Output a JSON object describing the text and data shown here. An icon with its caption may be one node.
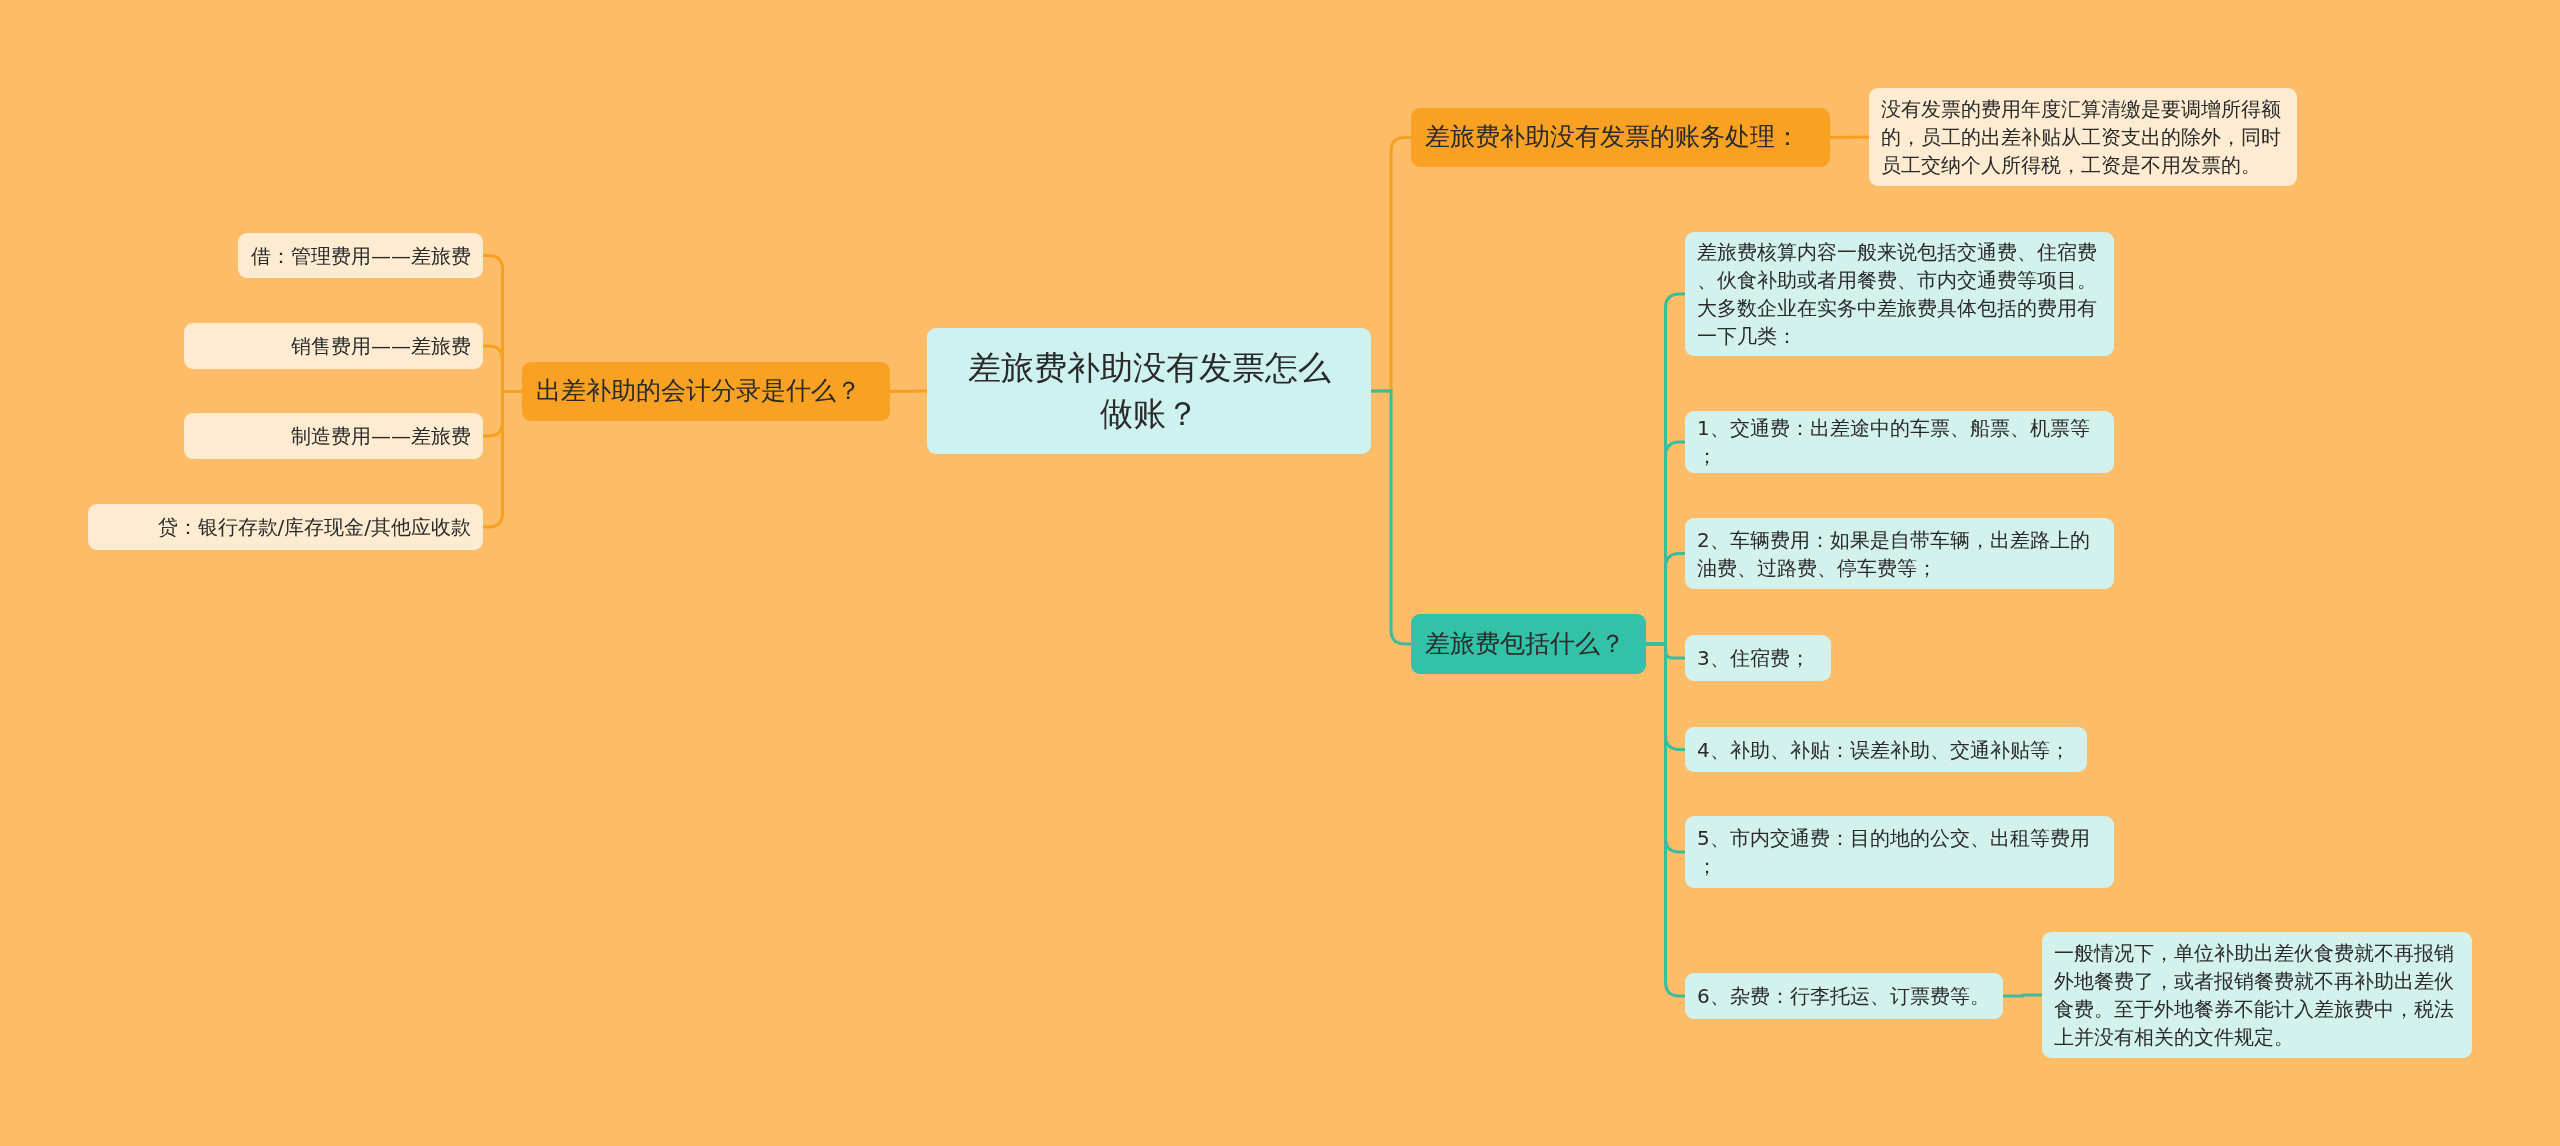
{
  "diagram": {
    "nodes": [
      {
        "text": [
          "差旅费补助没有发票怎么做账？"
        ]
      },
      {
        "text": [
          "出差补助的会计分录是什么？"
        ]
      },
      {
        "text": [
          "借：管理费用——差旅费"
        ]
      },
      {
        "text": [
          "销售费用——差旅费"
        ]
      },
      {
        "text": [
          "制造费用——差旅费"
        ]
      },
      {
        "text": [
          "贷：银行存款/库存现金/其他应收款"
        ]
      },
      {
        "text": [
          "差旅费补助没有发票的账务处理："
        ]
      },
      {
        "text": [
          "没有发票的费用年度汇算清缴是要调增所得额的，员工的出差补贴从工资支出的除外，同时员工交纳个人所得税，工资是不用发票的。"
        ]
      },
      {
        "text": [
          "差旅费包括什么？"
        ]
      },
      {
        "text": [
          "差旅费核算内容一般来说包括交通费、住宿费、伙食补助或者用餐费、市内交通费等项目。大多数企业在实务中差旅费具体包括的费用有一下几类："
        ]
      },
      {
        "text": [
          "1、交通费：出差途中的车票、船票、机票等；"
        ]
      },
      {
        "text": [
          "2、车辆费用：如果是自带车辆，出差路上的油费、过路费、停车费等；"
        ]
      },
      {
        "text": [
          "3、住宿费；"
        ]
      },
      {
        "text": [
          "4、补助、补贴：误差补助、交通补贴等；"
        ]
      },
      {
        "text": [
          "5、市内交通费：目的地的公交、出租等费用；"
        ]
      },
      {
        "text": [
          "6、杂费：行李托运、订票费等。"
        ]
      },
      {
        "text": [
          "一般情况下，单位补助出差伙食费就不再报销外地餐费了，或者报销餐费就不再补助出差伙食费。至于外地餐券不能计入差旅费中，税法上并没有相关的文件规定。"
        ]
      }
    ],
    "edges": [
      {
        "from": 0,
        "to": 1,
        "arrow": "none",
        "color": "#f5a11f"
      },
      {
        "from": 1,
        "to": 2,
        "arrow": "none",
        "color": "#f5a11f"
      },
      {
        "from": 1,
        "to": 3,
        "arrow": "none",
        "color": "#f5a11f"
      },
      {
        "from": 1,
        "to": 4,
        "arrow": "none",
        "color": "#f5a11f"
      },
      {
        "from": 1,
        "to": 5,
        "arrow": "none",
        "color": "#f5a11f"
      },
      {
        "from": 0,
        "to": 6,
        "arrow": "none",
        "color": "#f5a11f"
      },
      {
        "from": 6,
        "to": 7,
        "arrow": "none",
        "color": "#f5a11f"
      },
      {
        "from": 0,
        "to": 8,
        "arrow": "none"
      },
      {
        "from": 8,
        "to": 9,
        "arrow": "none"
      },
      {
        "from": 8,
        "to": 10,
        "arrow": "none"
      },
      {
        "from": 8,
        "to": 11,
        "arrow": "none"
      },
      {
        "from": 8,
        "to": 12,
        "arrow": "none"
      },
      {
        "from": 8,
        "to": 13,
        "arrow": "none"
      },
      {
        "from": 8,
        "to": 14,
        "arrow": "none"
      },
      {
        "from": 8,
        "to": 15,
        "arrow": "none"
      },
      {
        "from": 15,
        "to": 16,
        "arrow": "none"
      }
    ]
  }
}
